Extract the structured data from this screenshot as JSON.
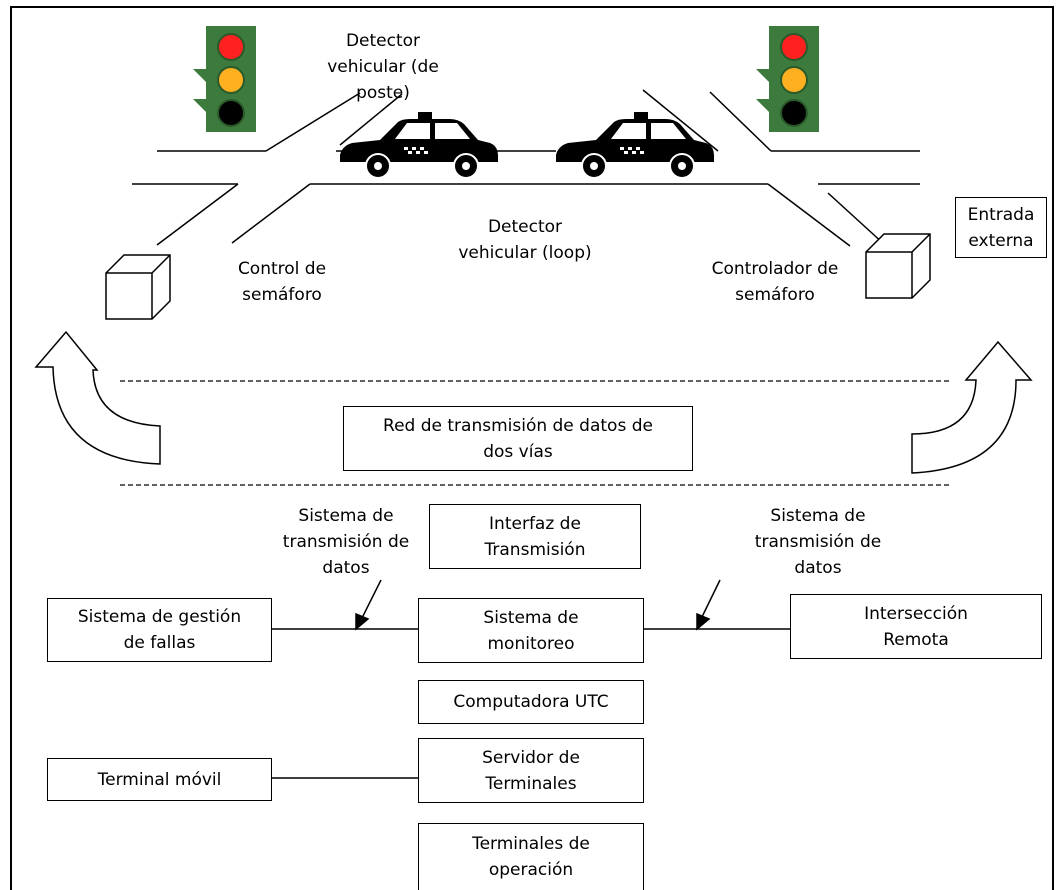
{
  "labels": {
    "detector_pole": "Detector\nvehicular (de\nposte)",
    "detector_loop": "Detector\nvehicular (loop)",
    "signal_control_left": "Control de\nsemáforo",
    "signal_controller_right": "Controlador de\nsemáforo",
    "transmission_system_left": "Sistema de\ntransmisión de\ndatos",
    "transmission_system_right": "Sistema de\ntransmisión de\ndatos"
  },
  "boxes": {
    "external_input": "Entrada\nexterna",
    "network": "Red de transmisión de datos de\ndos vías",
    "transmission_interface": "Interfaz de\nTransmisión",
    "fault_management": "Sistema de gestión\nde fallas",
    "monitoring": "Sistema de\nmonitoreo",
    "remote_intersection": "Intersección\nRemota",
    "utc_computer": "Computadora UTC",
    "mobile_terminal": "Terminal móvil",
    "terminal_server": "Servidor de\nTerminales",
    "operation_terminals": "Terminales de\noperación"
  },
  "colors": {
    "signal_housing": "#3d7a3d",
    "light_red": "#ff2020",
    "light_amber": "#ffb020",
    "light_off": "#000000",
    "car_body": "#000000"
  },
  "icons": [
    "traffic-light-icon",
    "taxi-icon",
    "controller-cube-icon",
    "curved-arrow-icon"
  ]
}
